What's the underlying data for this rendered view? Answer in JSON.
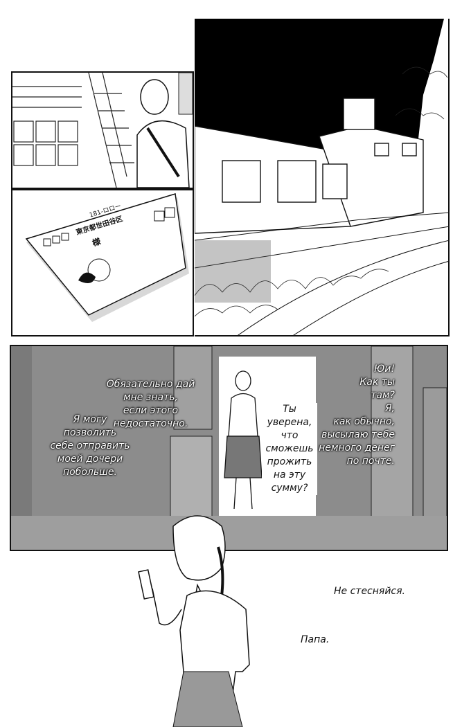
{
  "panels": {
    "stairs": {
      "description": ""
    },
    "envelope": {
      "address_lines": [
        "181-ロロー",
        "東京都世田谷区",
        "様"
      ]
    },
    "building": {},
    "doorway": {}
  },
  "dialogue": {
    "left_bubble": "Я могу\nпозволить\nсебе отправить\nмоей дочери\nпобольше.",
    "mid_bubble": "Обязательно дай\nмне знать,\nесли этого\nнедостаточно.",
    "center_bubble": "Ты\nуверена,\nчто\nсможешь\nпрожить\nна эту\nсумму?",
    "right_bubble": "Юи!\nКак ты\nтам?\nЯ,\nкак обычно,\nвысылаю тебе\nнемного денег\nпо почте.",
    "bottom_line1": "Не стесняйся.",
    "bottom_line2": "Папа."
  }
}
